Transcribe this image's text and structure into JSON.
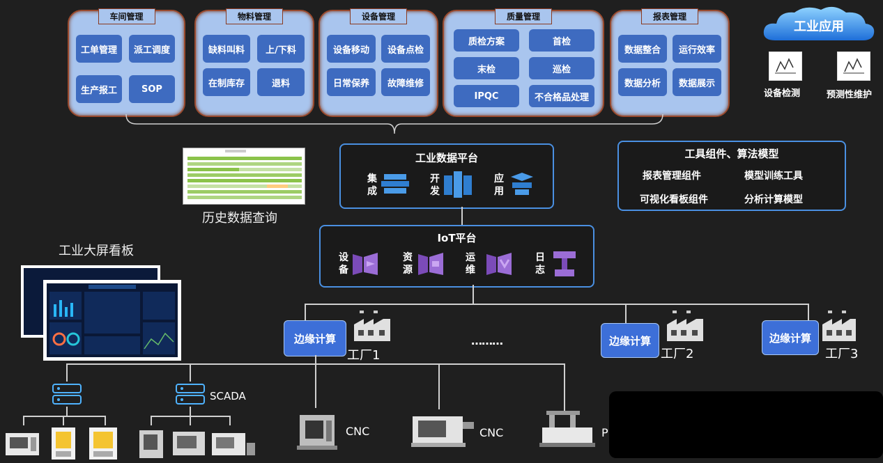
{
  "modules": [
    {
      "title": "车间管理",
      "items": [
        "工单管理",
        "派工调度",
        "生产报工",
        "SOP"
      ]
    },
    {
      "title": "物料管理",
      "items": [
        "缺料叫料",
        "上/下料",
        "在制库存",
        "退料"
      ]
    },
    {
      "title": "设备管理",
      "items": [
        "设备移动",
        "设备点检",
        "日常保养",
        "故障维修"
      ]
    },
    {
      "title": "质量管理",
      "items": [
        "质检方案",
        "首检",
        "末检",
        "巡检",
        "IPQC",
        "不合格品处理"
      ]
    },
    {
      "title": "报表管理",
      "items": [
        "数据整合",
        "运行效率",
        "数据分析",
        "数据展示"
      ]
    }
  ],
  "industrial_app": {
    "cloud": "工业应用",
    "items": [
      "设备检测",
      "预测性维护"
    ]
  },
  "data_platform": {
    "title": "工业数据平台",
    "items": [
      "集成",
      "开发",
      "应用"
    ]
  },
  "tools": {
    "title": "工具组件、算法模型",
    "items": [
      "报表管理组件",
      "模型训练工具",
      "可视化看板组件",
      "分析计算模型"
    ]
  },
  "history_label": "历史数据查询",
  "dashboard_label": "工业大屏看板",
  "iot": {
    "title": "IoT平台",
    "items": [
      "设备",
      "资源",
      "运维",
      "日志"
    ]
  },
  "edge_label": "边缘计算",
  "factories": [
    "工厂1",
    "工厂2",
    "工厂3"
  ],
  "ellipsis": "………",
  "devices": {
    "scada": "SCADA",
    "cnc1": "CNC",
    "cnc2": "CNC",
    "plc": "PLC"
  },
  "colors": {
    "module_bg": "#a9c5ee",
    "button": "#3e6bc0",
    "panel_border": "#4a90e2",
    "edge_bg": "#3d6fd8",
    "iot_icon": "#8e5fc8",
    "data_icon": "#3f8fdc"
  }
}
